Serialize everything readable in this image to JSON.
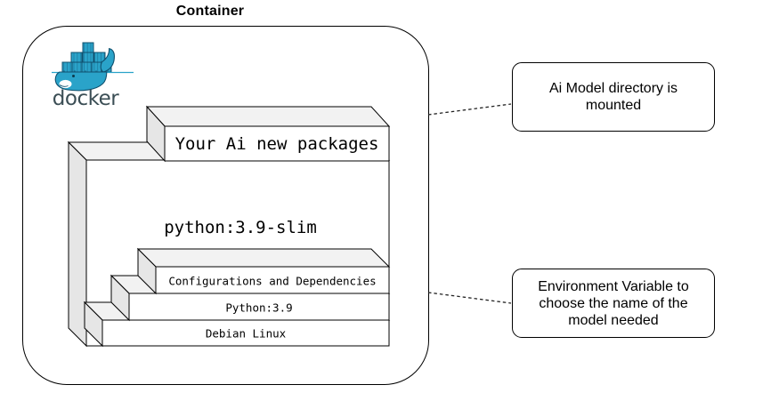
{
  "title": "Container",
  "docker_logo": {
    "wordmark": "docker"
  },
  "stack": {
    "top_layer_label": "Your Ai new packages",
    "base_image_label": "python:3.9-slim",
    "layers": [
      "Configurations and Dependencies",
      "Python:3.9",
      "Debian Linux"
    ]
  },
  "callouts": [
    {
      "text": "Ai Model directory is mounted"
    },
    {
      "text": "Environment Variable to choose the name of the model needed"
    }
  ],
  "colors": {
    "docker_blue": "#2aa3c9",
    "docker_outline": "#10506e",
    "docker_wordmark": "#3b4e55",
    "face_top": "#f2f2f2",
    "face_side": "#e6e6e6",
    "face_front": "#ffffff",
    "line": "#000000"
  }
}
